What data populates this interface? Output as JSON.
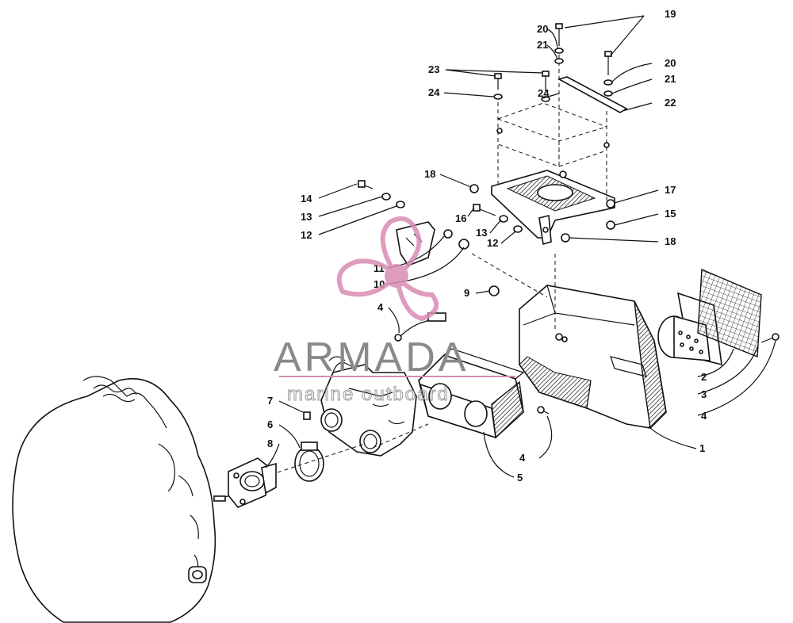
{
  "diagram": {
    "callouts": [
      "19",
      "20",
      "21",
      "20",
      "21",
      "22",
      "23",
      "24",
      "24",
      "18",
      "17",
      "15",
      "18",
      "14",
      "13",
      "12",
      "16",
      "13",
      "12",
      "11",
      "10",
      "9",
      "4",
      "2",
      "3",
      "4",
      "1",
      "4",
      "5",
      "7",
      "6",
      "8"
    ]
  },
  "watermark": {
    "title": "ARMADA",
    "subtitle": "marine outboard",
    "logo_color": "#d98bb3",
    "title_color": "#8a8a8a"
  }
}
